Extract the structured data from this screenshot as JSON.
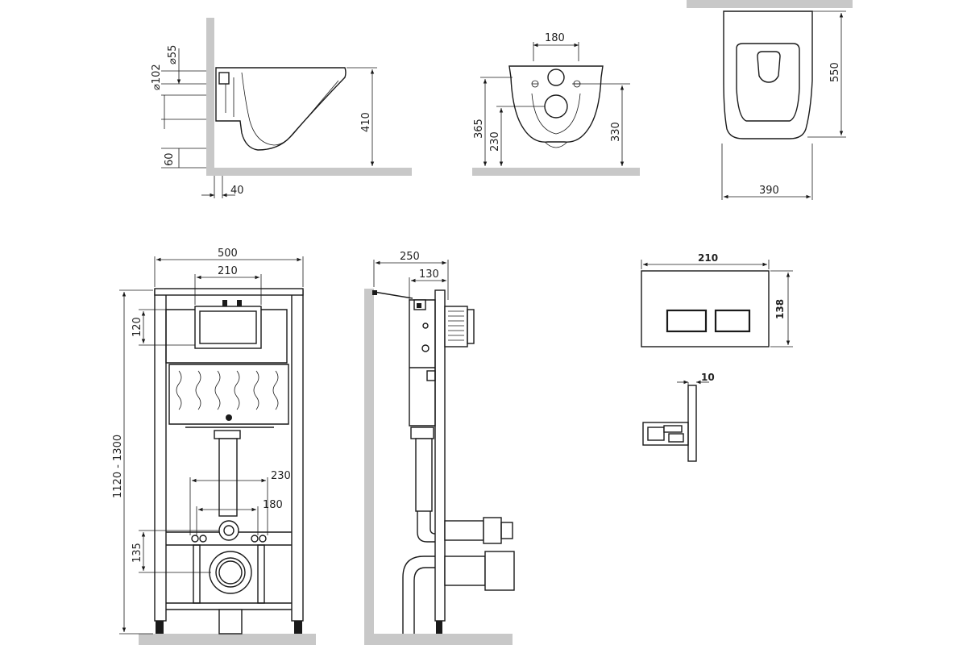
{
  "bowl_side": {
    "d_top": "⌀55",
    "d_outlet": "⌀102",
    "h_bottom": "60",
    "h_total": "410",
    "offset": "40"
  },
  "bowl_front": {
    "w_top": "180",
    "h_left": "365",
    "h_inner": "230",
    "h_right": "330"
  },
  "bowl_top": {
    "length": "550",
    "width": "390"
  },
  "frame_front": {
    "width": "500",
    "inner": "210",
    "h_upper": "120",
    "height": "1120 - 1300",
    "w_mid": "230",
    "w_low": "180",
    "h_low": "135"
  },
  "frame_side": {
    "depth": "250",
    "inner": "130"
  },
  "button": {
    "width": "210",
    "height": "138",
    "thickness": "10"
  },
  "colors": {
    "wall": "#c8c8c8",
    "line": "#1a1a1a"
  }
}
